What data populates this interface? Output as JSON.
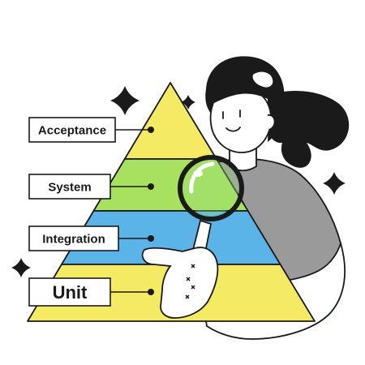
{
  "diagram": {
    "type": "testing-pyramid",
    "layers": [
      {
        "label": "Acceptance",
        "color": "#f4ea63"
      },
      {
        "label": "System",
        "color": "#a8e05f"
      },
      {
        "label": "Integration",
        "color": "#5ab4e8"
      },
      {
        "label": "Unit",
        "color": "#f4ea63"
      }
    ],
    "colors": {
      "ink": "#1a1a1a",
      "shirt": "#9a9a9a",
      "skin": "#ffffff",
      "lens": "#9be07a"
    },
    "icons": [
      "sparkle-icon",
      "magnifying-glass-icon"
    ]
  }
}
